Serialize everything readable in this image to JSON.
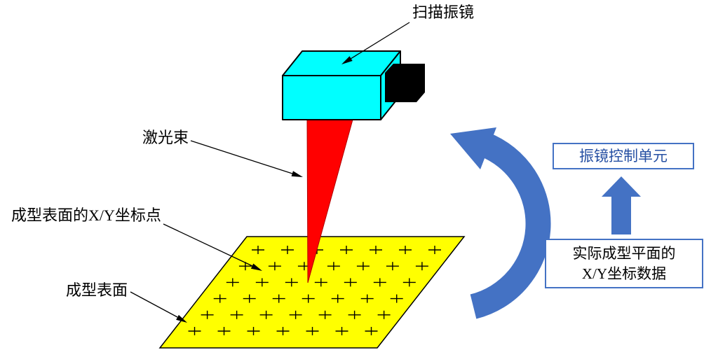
{
  "figure": {
    "labels": {
      "scanner": "扫描振镜",
      "laser_beam": "激光束",
      "surface_points": "成型表面的X/Y坐标点",
      "surface": "成型表面"
    },
    "boxes": {
      "control_unit": "振镜控制单元",
      "data_line1": "实际成型平面的",
      "data_line2": "X/Y坐标数据"
    },
    "colors": {
      "scanner_fill": "#00FFFF",
      "connector_fill": "#000000",
      "beam_fill": "#FF0000",
      "surface_fill": "#FFFF00",
      "blue": "#4472C4",
      "outline": "#000000",
      "control_text": "#2650A3"
    },
    "points_grid": {
      "rows": 6,
      "cols": 7,
      "symbol": "+"
    }
  }
}
